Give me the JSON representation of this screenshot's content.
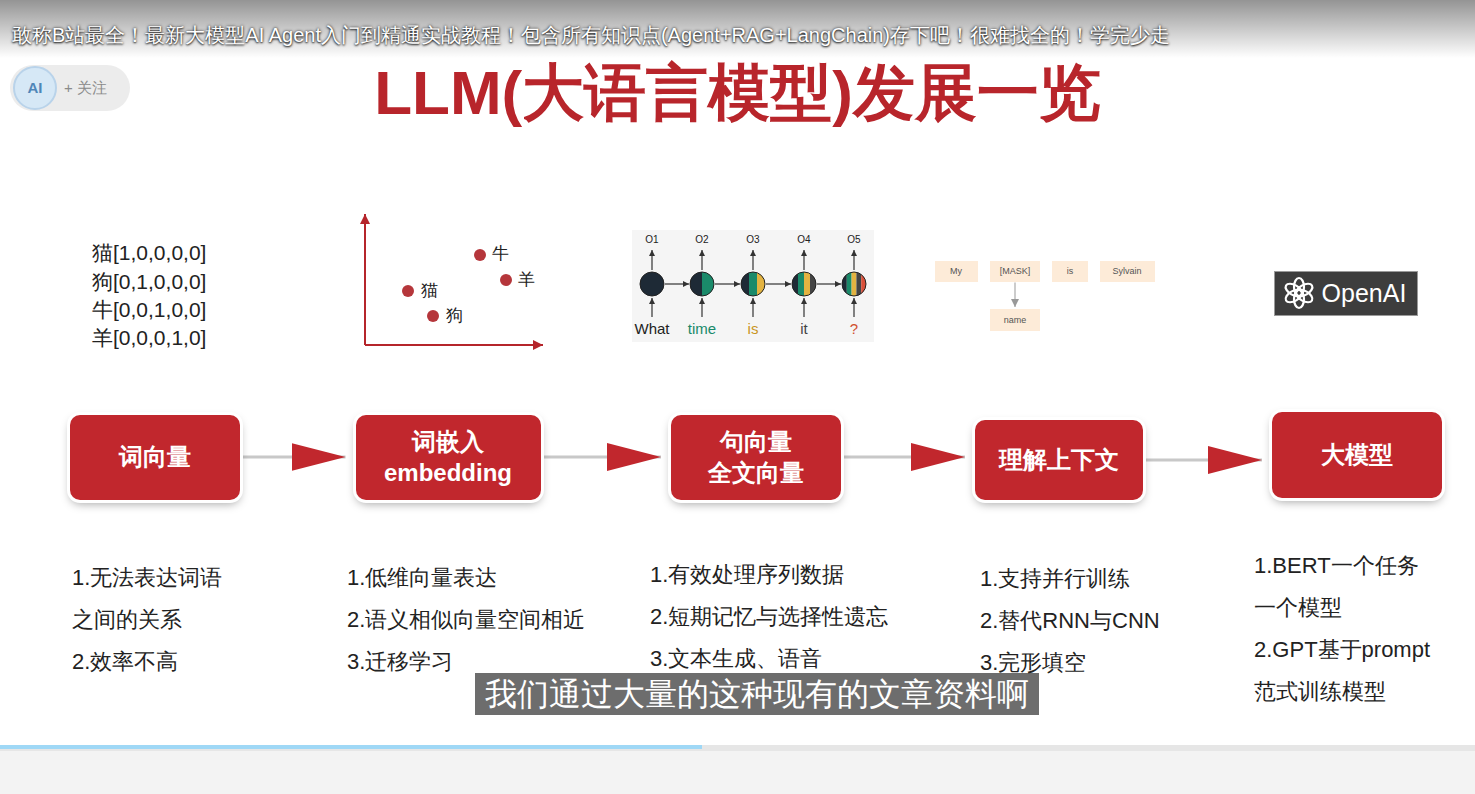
{
  "diagram": {
    "title": "LLM(大语言模型)发展一览",
    "nodes": [
      {
        "text": [
          "My"
        ]
      },
      {
        "text": [
          "[MASK]"
        ]
      },
      {
        "text": [
          "is"
        ]
      },
      {
        "text": [
          "Sylvain"
        ]
      },
      {
        "text": [
          "OpenAI"
        ]
      },
      {
        "text": [
          "name"
        ]
      },
      {
        "text": [
          "词向量"
        ]
      },
      {
        "text": [
          "词嵌入 embedding"
        ]
      },
      {
        "text": [
          "句向量 全文向量"
        ]
      },
      {
        "text": [
          "理解上下文"
        ]
      },
      {
        "text": [
          "大模型"
        ]
      }
    ],
    "edges": [
      {
        "from": 1,
        "to": 5,
        "arrow": "to"
      },
      {
        "from": 6,
        "to": 7,
        "arrow": "to"
      },
      {
        "from": 7,
        "to": 8,
        "arrow": "to"
      },
      {
        "from": 8,
        "to": 9,
        "arrow": "to"
      },
      {
        "from": 9,
        "to": 10,
        "arrow": "to"
      }
    ],
    "labels": [
      "敢称B站最全！最新大模型AI Agent入门到精通实战教程！包含所有知识点(Agent+RAG+LangChain)存下吧！很难找全的！学完少走",
      "AI",
      "+ 关注",
      "猫[1,0,0,0,0]",
      "狗[0,1,0,0,0]",
      "牛[0,0,1,0,0]",
      "羊[0,0,0,1,0]",
      "猫",
      "狗",
      "牛",
      "羊",
      "O1",
      "O2",
      "O3",
      "O4",
      "O5",
      "What",
      "time",
      "is",
      "it",
      "?",
      "1.无法表达词语 之间的关系",
      "2.效率不高",
      "1.低维向量表达",
      "2.语义相似向量空间相近",
      "3.迁移学习",
      "1.有效处理序列数据",
      "2.短期记忆与选择性遗忘",
      "3.文本生成、语音",
      "1.支持并行训练",
      "2.替代RNN与CNN",
      "3.完形填空",
      "1.BERT一个任务 一个模型",
      "2.GPT基于prompt 范式训练模型",
      "我们通过大量的这种现有的文章资料啊"
    ]
  }
}
